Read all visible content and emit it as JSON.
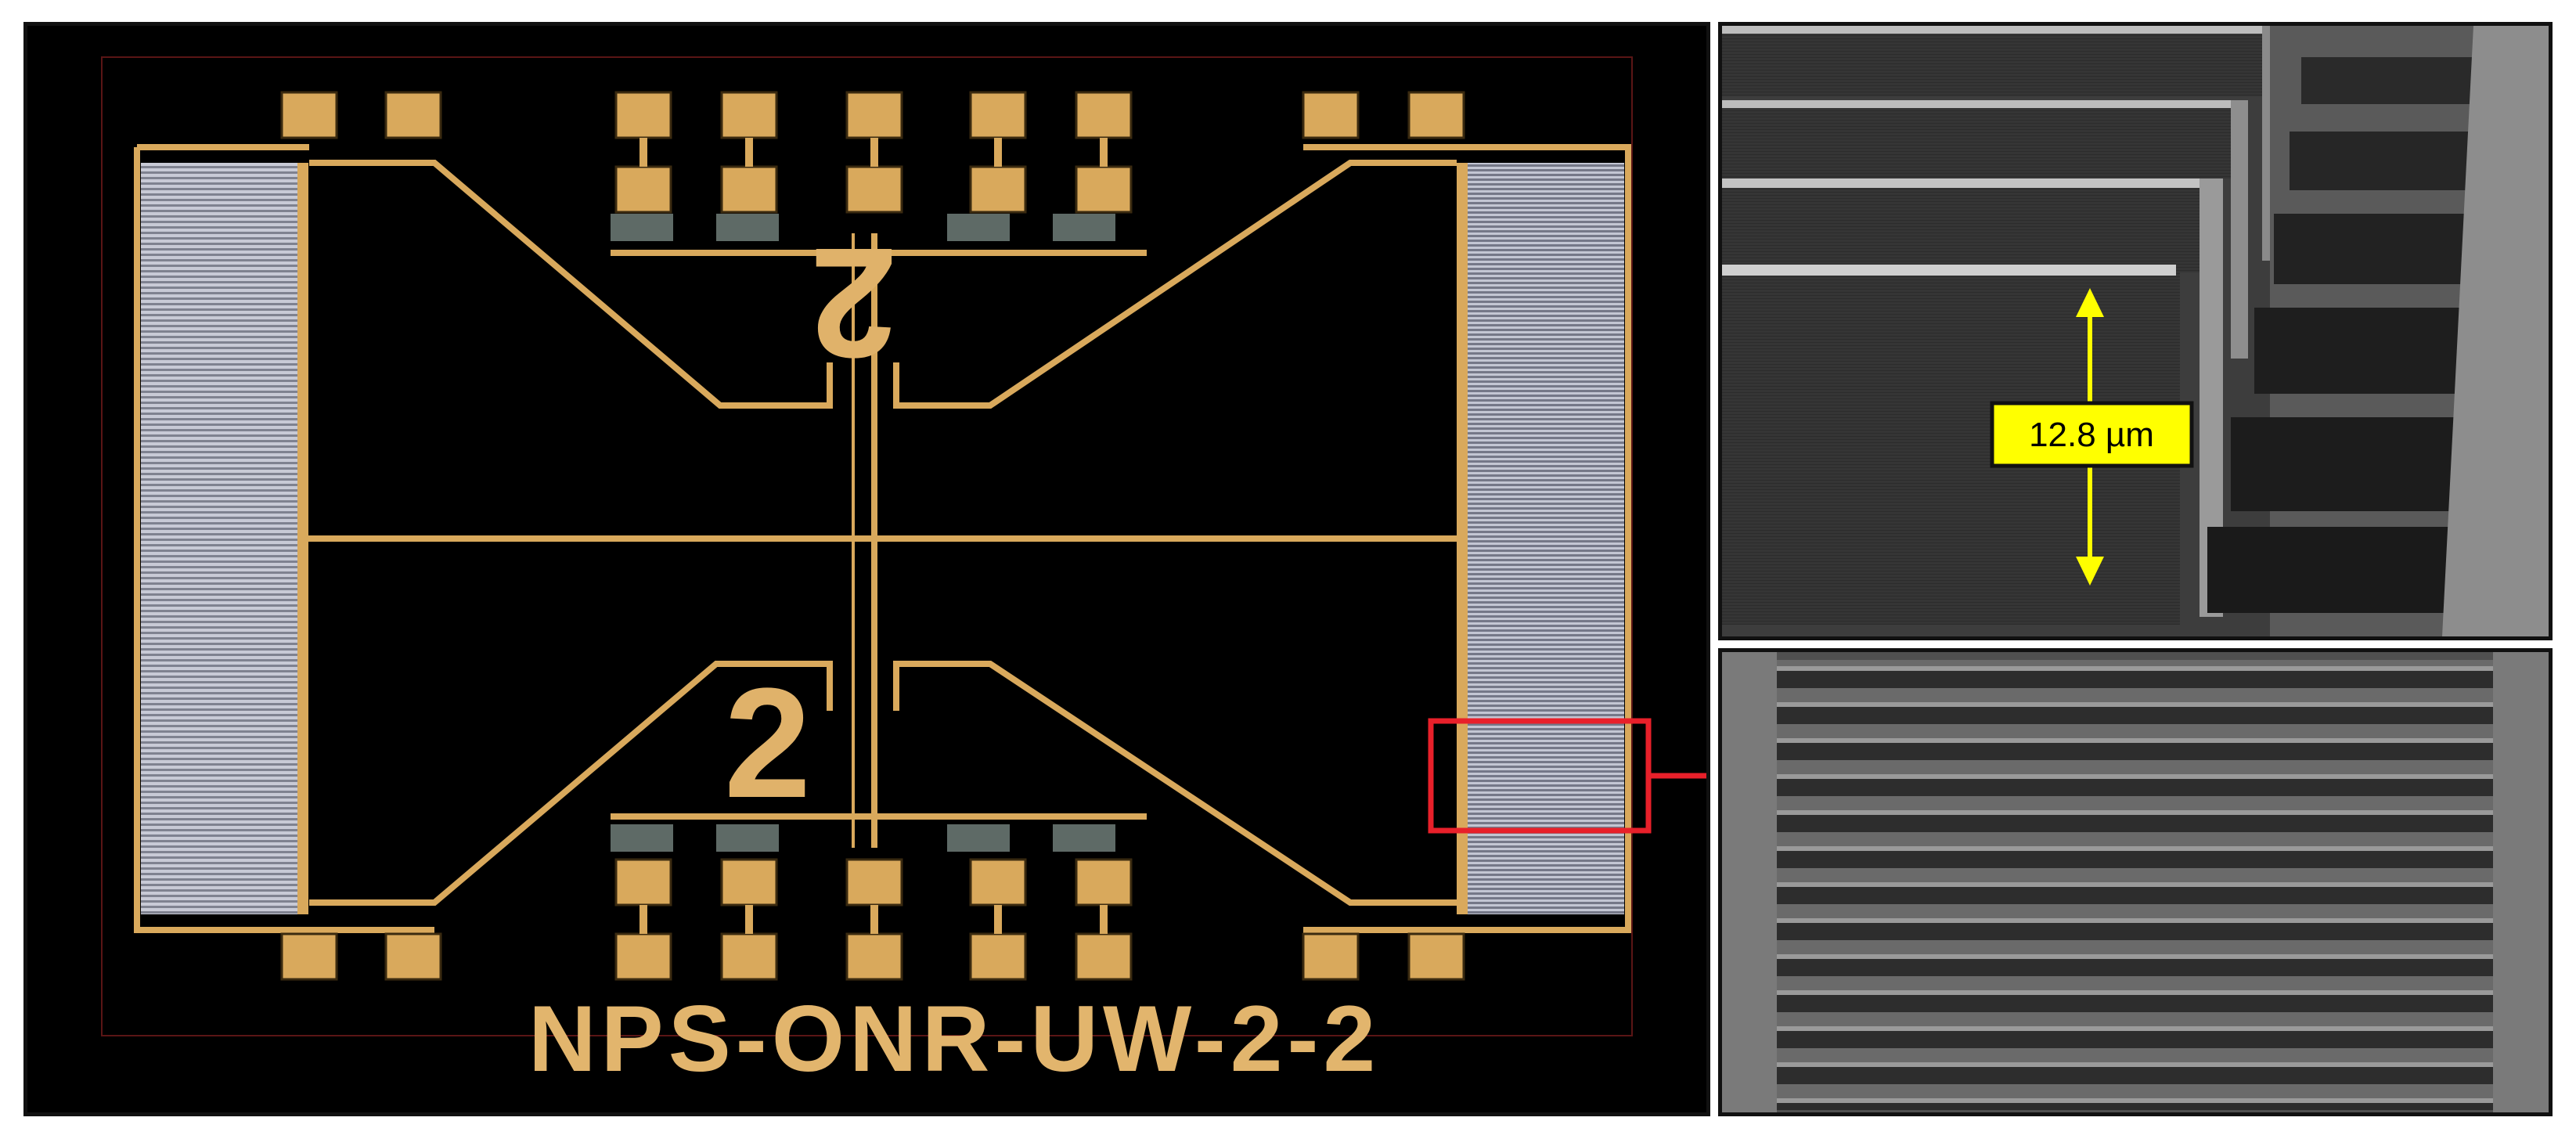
{
  "chip": {
    "label": "NPS-ONR-UW-2-2",
    "top_digit": "2",
    "bottom_digit": "2",
    "colors": {
      "gold": "#d9a95c",
      "background": "#000000",
      "comb": "#b9bccb",
      "highlight_box": "#e8202a"
    }
  },
  "sem_top": {
    "measurement_label": "12.8 µm",
    "arrow_color": "#ffff00"
  },
  "sem_bottom": {
    "description_icon": "sem-comb-fingers"
  }
}
